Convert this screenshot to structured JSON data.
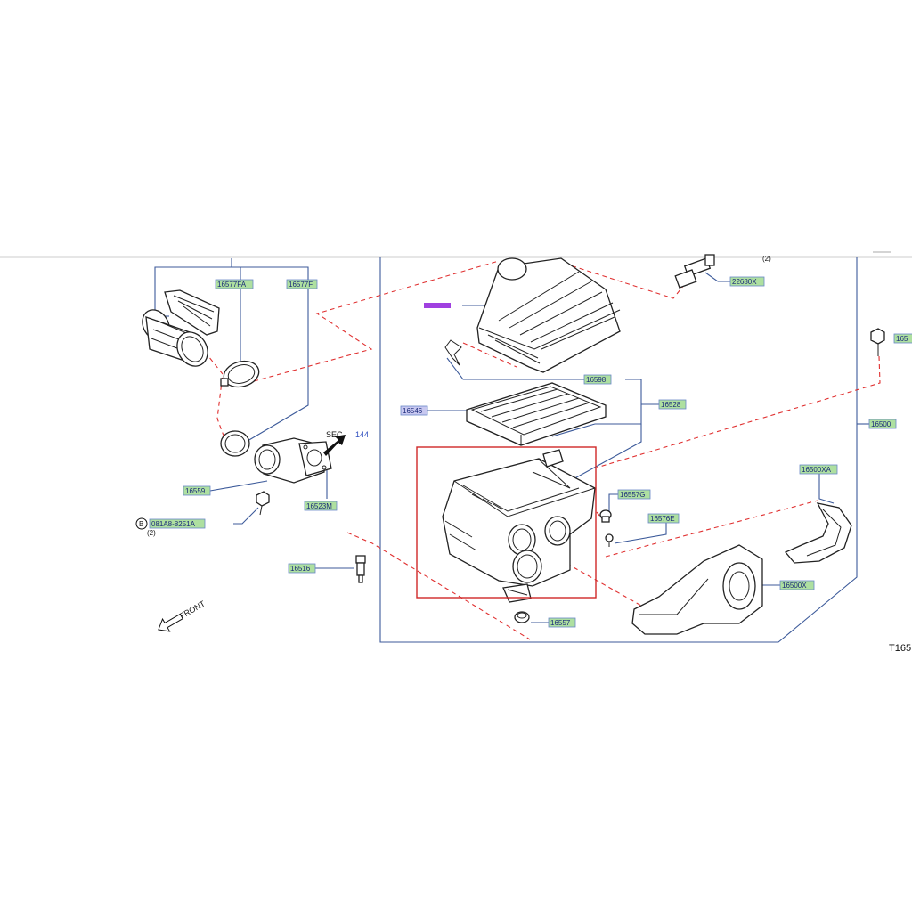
{
  "colors": {
    "label_fill": "#aee0a0",
    "label_border": "#6a88c8",
    "label_text": "#1a2a7a",
    "leader_line": "#3c5a9a",
    "dashed_line": "#e03030",
    "highlight_box": "#d02828",
    "purple_marker": "#a040e0",
    "sec_number": "#3050c0"
  },
  "labels": {
    "p16577FA": "16577FA",
    "p16577F": "16577F",
    "p22680X": "22680X",
    "p16598": "16598",
    "p16546": "16546",
    "p16528": "16528",
    "p16500": "16500",
    "p16559": "16559",
    "p16523M": "16523M",
    "p081A8": "081A8-8251A",
    "p16516": "16516",
    "p16557G": "16557G",
    "p16576E": "16576E",
    "p16500XA": "16500XA",
    "p16500X": "16500X",
    "p16557": "16557",
    "p165_edge": "165"
  },
  "text": {
    "sec": "SEC.",
    "sec_number": "144",
    "qty_b": "(2)",
    "qty_top": "(2)",
    "callout_b": "B",
    "front": "FRONT",
    "ref_code": "T165"
  }
}
